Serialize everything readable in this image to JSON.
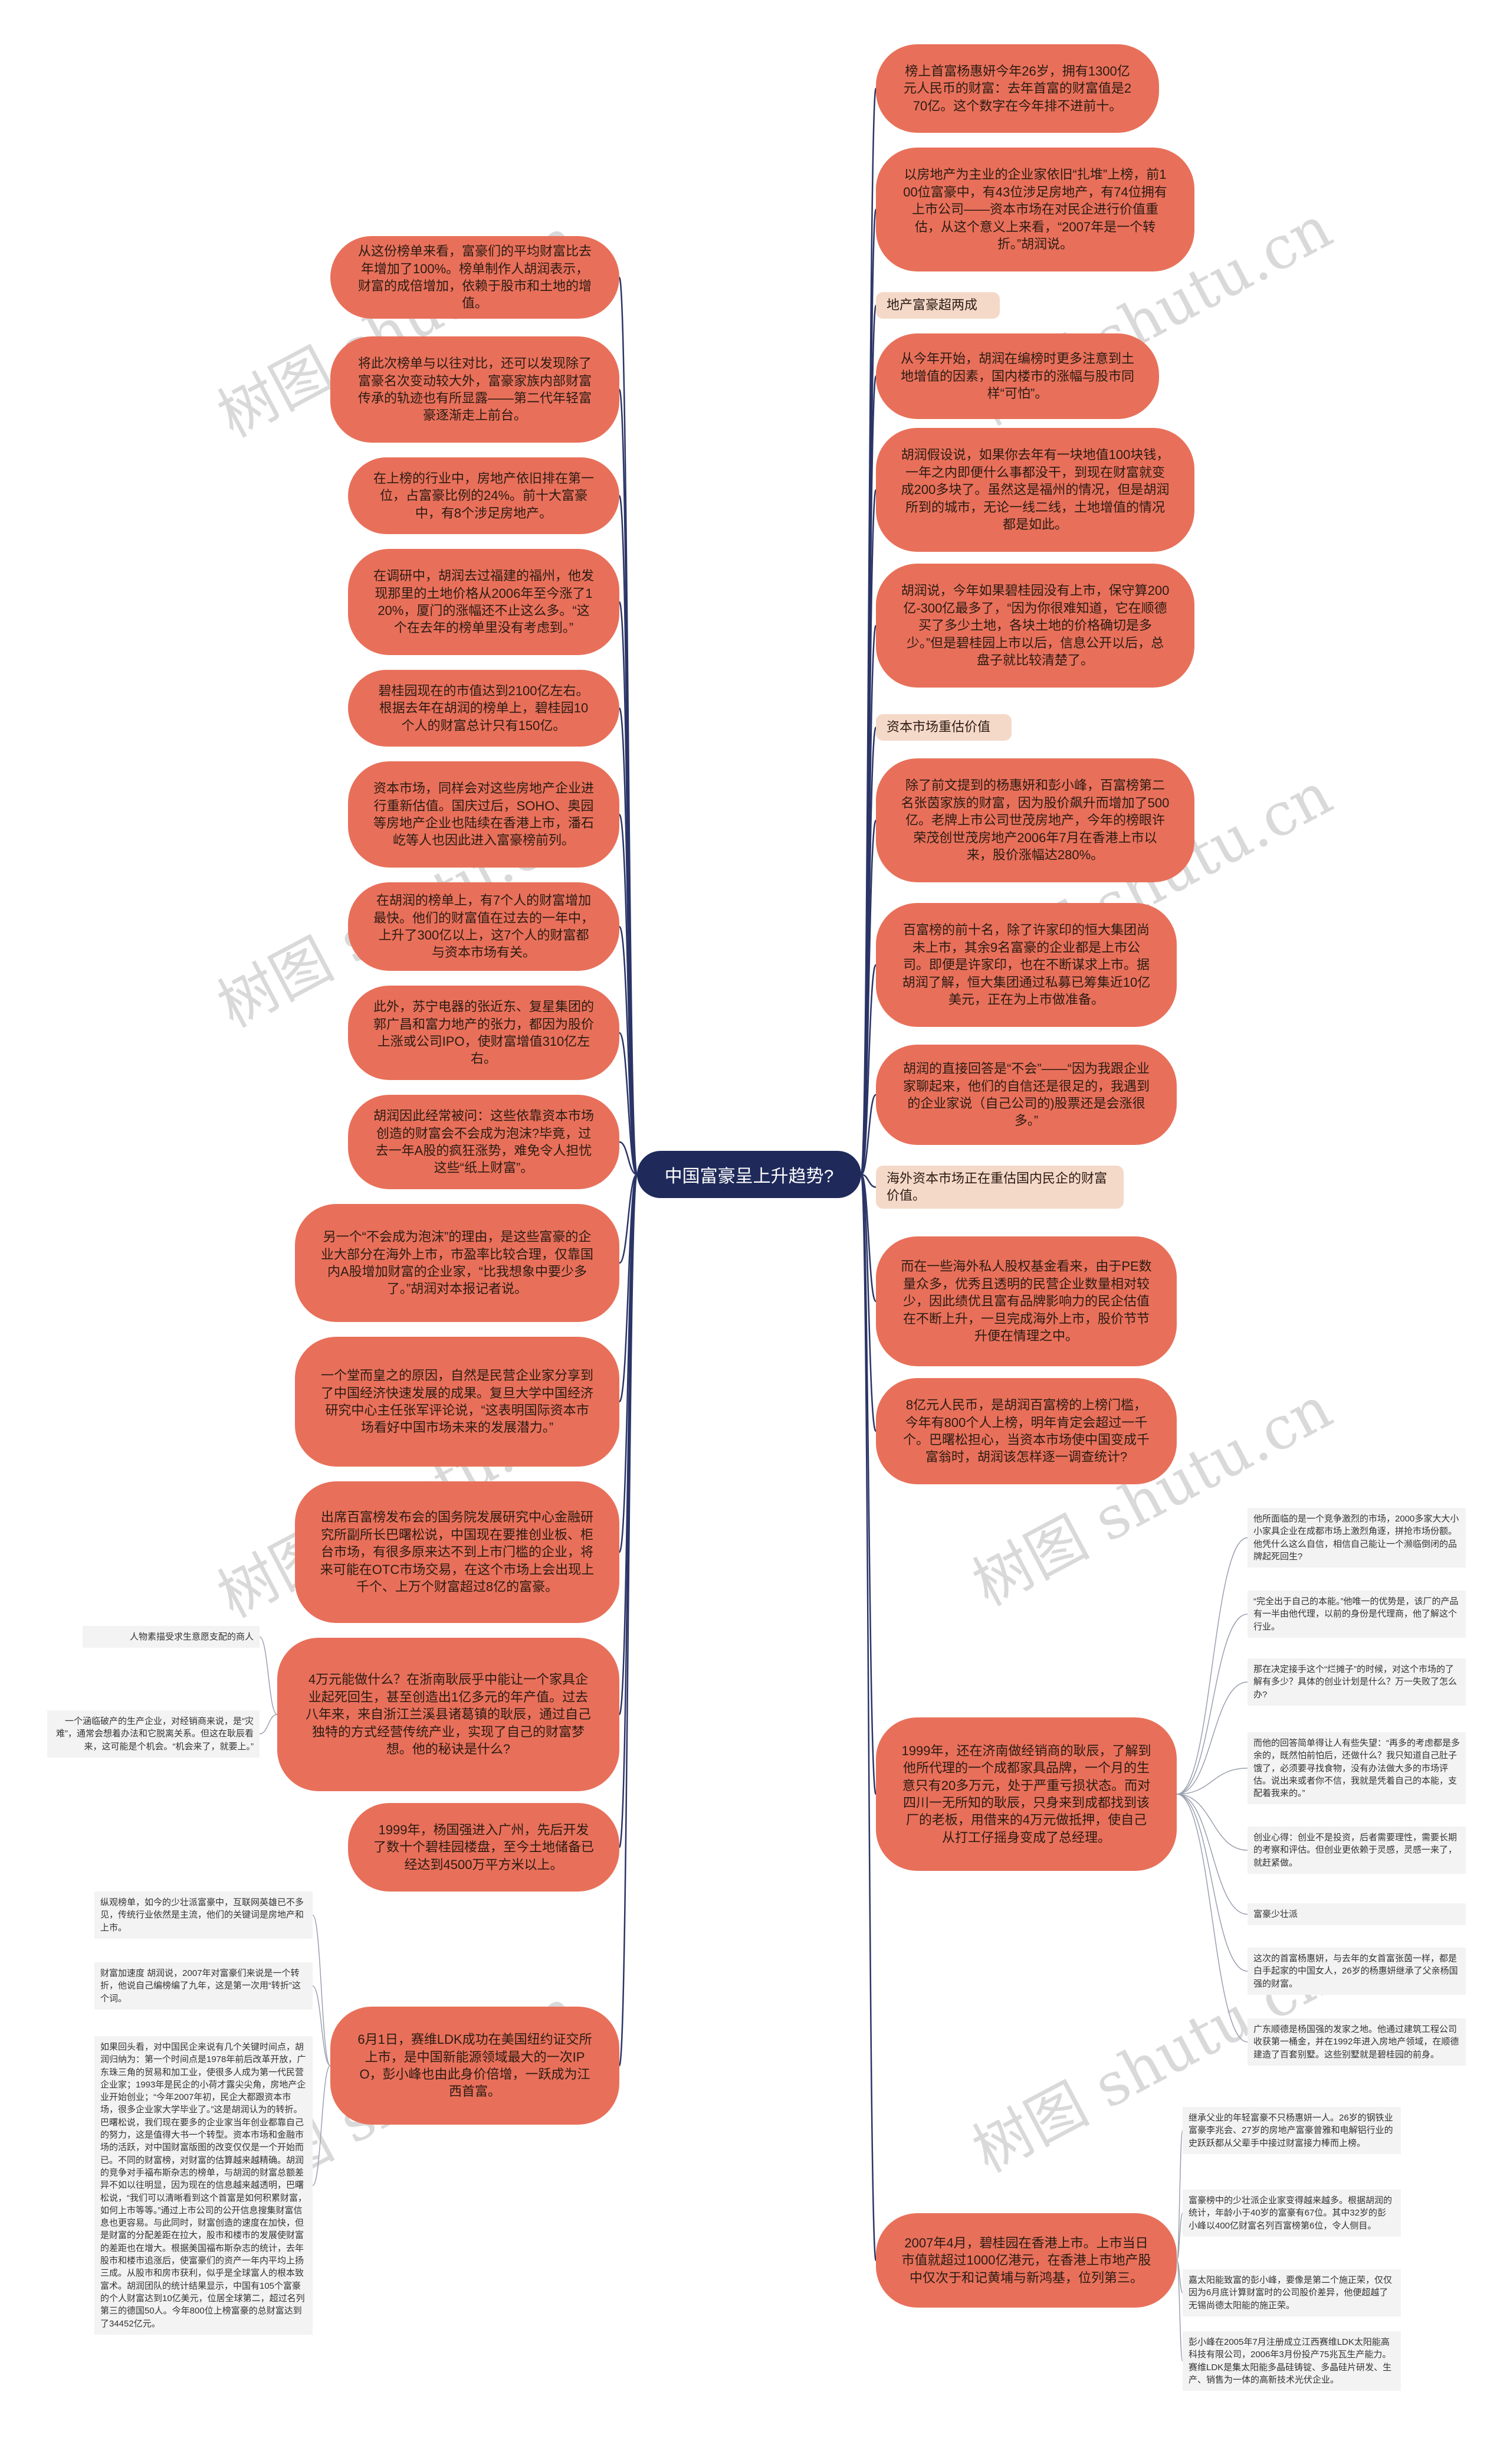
{
  "center": "中国富豪呈上升趋势?",
  "watermark": "树图 shutu.cn",
  "left_nodes": [
    "从这份榜单来看，富豪们的平均财富比去年增加了100%。榜单制作人胡润表示，财富的成倍增加，依赖于股市和土地的增值。",
    "将此次榜单与以往对比，还可以发现除了富豪名次变动较大外，富豪家族内部财富传承的轨迹也有所显露——第二代年轻富豪逐渐走上前台。",
    "在上榜的行业中，房地产依旧排在第一位，占富豪比例的24%。前十大富豪中，有8个涉足房地产。",
    "在调研中，胡润去过福建的福州，他发现那里的土地价格从2006年至今涨了120%，厦门的涨幅还不止这么多。“这个在去年的榜单里没有考虑到。”",
    "碧桂园现在的市值达到2100亿左右。根据去年在胡润的榜单上，碧桂园10个人的财富总计只有150亿。",
    "资本市场，同样会对这些房地产企业进行重新估值。国庆过后，SOHO、奥园等房地产企业也陆续在香港上市，潘石屹等人也因此进入富豪榜前列。",
    "在胡润的榜单上，有7个人的财富增加最快。他们的财富值在过去的一年中，上升了300亿以上，这7个人的财富都与资本市场有关。",
    "此外，苏宁电器的张近东、复星集团的郭广昌和富力地产的张力，都因为股价上涨或公司IPO，使财富增值310亿左右。",
    "胡润因此经常被问：这些依靠资本市场创造的财富会不会成为泡沫?毕竟，过去一年A股的疯狂涨势，难免令人担忧这些“纸上财富”。",
    "另一个“不会成为泡沫”的理由，是这些富豪的企业大部分在海外上市，市盈率比较合理，仅靠国内A股增加财富的企业家，“比我想象中要少多了。”胡润对本报记者说。",
    "一个堂而皇之的原因，自然是民营企业家分享到了中国经济快速发展的成果。复旦大学中国经济研究中心主任张军评论说，“这表明国际资本市场看好中国市场未来的发展潜力。”",
    "出席百富榜发布会的国务院发展研究中心金融研究所副所长巴曙松说，中国现在要推创业板、柜台市场，有很多原来达不到上市门槛的企业，将来可能在OTC市场交易，在这个市场上会出现上千个、上万个财富超过8亿的富豪。",
    "4万元能做什么？在浙南耿辰乎中能让一个家具企业起死回生，甚至创造出1亿多元的年产值。过去八年来，来自浙江兰溪县诸葛镇的耿辰，通过自己独特的方式经营传统产业，实现了自己的财富梦想。他的秘诀是什么?",
    "1999年，杨国强进入广州，先后开发了数十个碧桂园楼盘，至今土地储备已经达到4500万平方米以上。",
    "6月1日，赛维LDK成功在美国纽约证交所上市，是中国新能源领域最大的一次IPO，彭小峰也由此身价倍增，一跃成为江西首富。"
  ],
  "right_nodes": [
    "榜上首富杨惠妍今年26岁，拥有1300亿元人民币的财富：去年首富的财富值是270亿。这个数字在今年排不进前十。",
    "以房地产为主业的企业家依旧“扎堆”上榜，前100位富豪中，有43位涉足房地产，有74位拥有上市公司——资本市场在对民企进行价值重估，从这个意义上来看，“2007年是一个转折。”胡润说。",
    "从今年开始，胡润在编榜时更多注意到土地增值的因素，国内楼市的涨幅与股市同样“可怕”。",
    "胡润假设说，如果你去年有一块地值100块钱，一年之内即便什么事都没干，到现在财富就变成200多块了。虽然这是福州的情况，但是胡润所到的城市，无论一线二线，土地增值的情况都是如此。",
    "胡润说，今年如果碧桂园没有上市，保守算200亿-300亿最多了，“因为你很难知道，它在顺德买了多少土地，各块土地的价格确切是多少。”但是碧桂园上市以后，信息公开以后，总盘子就比较清楚了。",
    "除了前文提到的杨惠妍和彭小峰，百富榜第二名张茵家族的财富，因为股价飙升而增加了500亿。老牌上市公司世茂房地产，今年的榜眼许荣茂创世茂房地产2006年7月在香港上市以来，股价涨幅达280%。",
    "百富榜的前十名，除了许家印的恒大集团尚未上市，其余9名富豪的企业都是上市公司。即便是许家印，也在不断谋求上市。据胡润了解，恒大集团通过私募已筹集近10亿美元，正在为上市做准备。",
    "胡润的直接回答是“不会”——“因为我跟企业家聊起来，他们的自信还是很足的，我遇到的企业家说（自己公司的)股票还是会涨很多。”",
    "而在一些海外私人股权基金看来，由于PE数量众多，优秀且透明的民营企业数量相对较少，因此绩优且富有品牌影响力的民企估值在不断上升，一旦完成海外上市，股价节节升便在情理之中。",
    "8亿元人民币，是胡润百富榜的上榜门槛，今年有800个人上榜，明年肯定会超过一千个。巴曙松担心，当资本市场使中国变成千富翁时，胡润该怎样逐一调查统计?",
    "1999年，还在济南做经销商的耿辰，了解到他所代理的一个成都家具品牌，一个月的生意只有20多万元，处于严重亏损状态。而对四川一无所知的耿辰，只身来到成都找到该厂的老板，用借来的4万元做抵押，使自己从打工仔摇身变成了总经理。",
    "2007年4月，碧桂园在香港上市。上市当日市值就超过1000亿港元，在香港上市地产股中仅次于和记黄埔与新鸿基，位列第三。"
  ],
  "right_labels": [
    "地产富豪超两成",
    "资本市场重估价值",
    "海外资本市场正在重估国内民企的财富价值。"
  ],
  "left_leaves_mid": [
    "人物素描受求生意愿支配的商人",
    "一个涵临破产的生产企业，对经销商来说，是“灾难”，通常会想着办法和它脱离关系。但这在耿辰看来，这可能是个机会。“机会来了，就要上。”"
  ],
  "left_leaves_bottom": [
    "纵观榜单，如今的少壮派富豪中，互联网英雄已不多见，传统行业依然是主流，他们的关键词是房地产和上市。",
    "财富加速度 胡润说，2007年对富豪们来说是一个转折，他说自己编榜编了九年，这是第一次用“转折”这个词。",
    "如果回头看，对中国民企来说有几个关键时间点，胡润归纳为：第一个时间点是1978年前后改革开放，广东珠三角的贸易和加工业，使很多人成为第一代民营企业家；1993年是民企的小荷才露尖尖角，房地产企业开始创业；“今年2007年初，民企大都跟资本市场，很多企业家大学毕业了。”这是胡润认为的转折。巴曙松说，我们现在要多的企业家当年创业都靠自己的努力，这是值得大书一个转型。资本市场和金融市场的活跃，对中国财富版图的改变仅仅是一个开始而已。不同的财富榜，对财富的估算越来越精确。胡润的竞争对手福布斯杂志的榜单，与胡润的财富总额差异不如以往明显，因为现在的信息越来越透明，巴曙松说，“我们可以清晰看到这个首富是如何积累财富，如何上市等等。”通过上市公司的公开信息搜集财富信息也更容易。与此同时，财富创造的速度在加快，但是财富的分配差距在拉大，股市和楼市的发展使财富的差距也在增大。根据美国福布斯杂志的统计，去年股市和楼市追涨后，使富豪们的资产一年内平均上扬三成。从股市和房市获利，似乎是全球富人的根本致富术。胡润团队的统计结果显示，中国有105个富豪的个人财富达到10亿美元，位居全球第二，超过名列第三的德国50人。今年800位上榜富豪的总财富达到了34452亿元。"
  ],
  "right_leaves_mid": [
    "他所面临的是一个竞争激烈的市场，2000多家大大小小家具企业在成都市场上激烈角逐，拼抢市场份额。他凭什么这么自信，相信自己能让一个濒临倒闭的品牌起死回生?",
    "“完全出于自己的本能。”他唯一的优势是，该厂的产品有一半由他代理，以前的身份是代理商，他了解这个行业。",
    "那在决定接手这个“烂摊子”的时候，对这个市场的了解有多少？具体的创业计划是什么？万一失败了怎么办?",
    "而他的回答简单得让人有些失望：“再多的考虑都是多余的，既然怕前怕后，还做什么？我只知道自己肚子饿了，必须要寻找食物，没有办法做大多的市场评估。说出来或者你不信，我就是凭着自己的本能，支配着我来的。”",
    "创业心得：创业不是投资，后者需要理性，需要长期的考察和评估。但创业更依赖于灵感，灵感一来了，就赶紧做。"
  ],
  "right_leaves_biz": [
    "富豪少壮派",
    "这次的首富杨惠妍，与去年的女首富张茵一样，都是白手起家的中国女人，26岁的杨惠妍继承了父亲杨国强的财富。",
    "广东顺德是杨国强的发家之地。他通过建筑工程公司收获第一桶金，并在1992年进入房地产领域，在顺德建造了百套别墅。这些别墅就是碧桂园的前身。"
  ],
  "right_leaves_bottom": [
    "继承父业的年轻富豪不只杨惠妍一人。26岁的钢铁业富豪李兆会、27岁的房地产富豪曾雅和电解铝行业的史跃跃都从父辈手中接过财富接力棒而上榜。",
    "富豪榜中的少壮派企业家变得越来越多。根据胡润的统计，年龄小于40岁的富豪有67位。其中32岁的彭小峰以400亿财富名列百富榜第6位，令人侧目。",
    "嘉太阳能致富的彭小峰，要像是第二个施正荣，仅仅因为6月底计算财富时的公司股价差异，他便超越了无锡尚德太阳能的施正荣。",
    "彭小峰在2005年7月注册成立江西赛维LDK太阳能高科技有限公司，2006年3月份投产75兆瓦生产能力。赛维LDK是集太阳能多晶硅铸锭、多晶硅片研发、生产、销售为一体的高新技术光伏企业。"
  ]
}
